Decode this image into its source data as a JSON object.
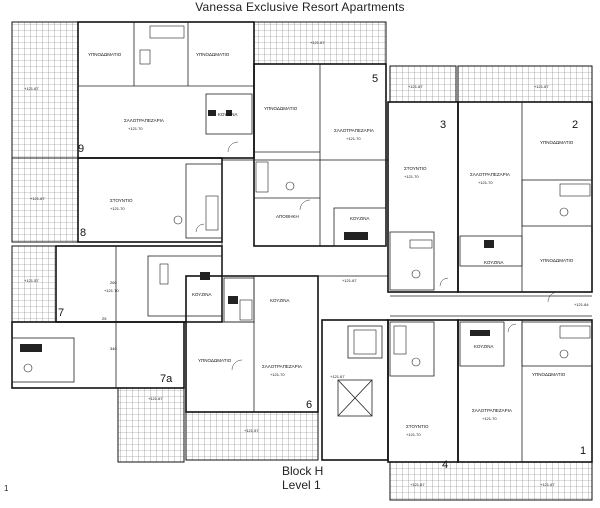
{
  "title": "Vanessa Exclusive Resort Apartments",
  "caption": {
    "block": "Block H",
    "level": "Level 1"
  },
  "page_number": "1",
  "units": [
    "1",
    "2",
    "3",
    "4",
    "5",
    "6",
    "7",
    "7a",
    "8",
    "9"
  ],
  "room_names": {
    "bedroom": "ΥΠΝΟΔΩΜΑΤΙΟ",
    "living_dining": "ΣΑΛΟΤΡΑΠΕΖΑΡΙΑ",
    "kitchen": "ΚΟΥΖΙΝΑ",
    "studio": "ΣΤΟΥΝΤΙΟ",
    "storage": "ΑΠΟΘΗΚΗ"
  },
  "levels": {
    "l1": "+121.70",
    "l2": "+121.67",
    "l3": "+121.64",
    "l4": "+121.57"
  },
  "dimensions": {
    "d1": "260",
    "d2": "340",
    "d3": "25"
  }
}
